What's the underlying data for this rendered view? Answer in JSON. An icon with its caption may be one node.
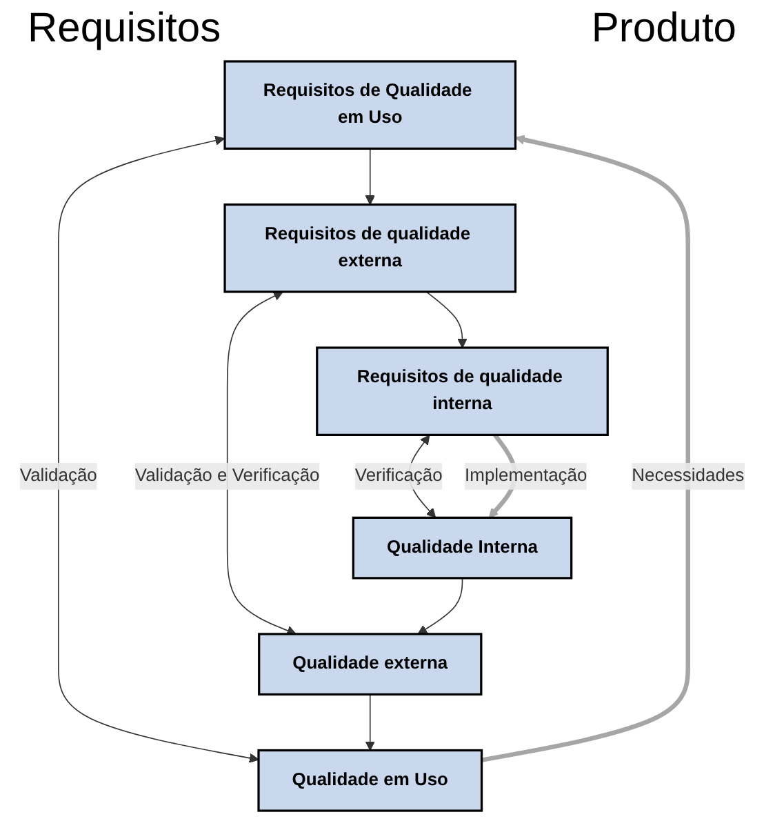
{
  "diagram": {
    "nodes": [
      {
        "text": [
          "Requisitos de Qualidade em Uso"
        ]
      },
      {
        "text": [
          "Qualidade em Uso"
        ]
      },
      {
        "text": [
          "Requisitos de qualidade externa"
        ]
      },
      {
        "text": [
          "Qualidade externa"
        ]
      },
      {
        "text": [
          "Requisitos de qualidade interna"
        ]
      },
      {
        "text": [
          "Qualidade Interna"
        ]
      }
    ],
    "edges": [
      {
        "from": 1,
        "to": 0,
        "arrow": "to",
        "label": "Necessidades",
        "style": "thick",
        "color": "#a6a6a6"
      },
      {
        "from": 0,
        "to": 1,
        "arrow": "both",
        "label": "Validação"
      },
      {
        "from": 0,
        "to": 2,
        "arrow": "to"
      },
      {
        "from": 2,
        "to": 3,
        "arrow": "both",
        "label": "Validação e Verificação"
      },
      {
        "from": 2,
        "to": 4,
        "arrow": "to"
      },
      {
        "from": 4,
        "to": 5,
        "arrow": "both",
        "label": "Verificação"
      },
      {
        "from": 4,
        "to": 5,
        "arrow": "to",
        "label": "Implementação",
        "style": "thick",
        "color": "#a6a6a6"
      },
      {
        "from": 5,
        "to": 3,
        "arrow": "to"
      },
      {
        "from": 3,
        "to": 1,
        "arrow": "to"
      }
    ],
    "labels": [
      "Requisitos",
      "Produto"
    ]
  }
}
